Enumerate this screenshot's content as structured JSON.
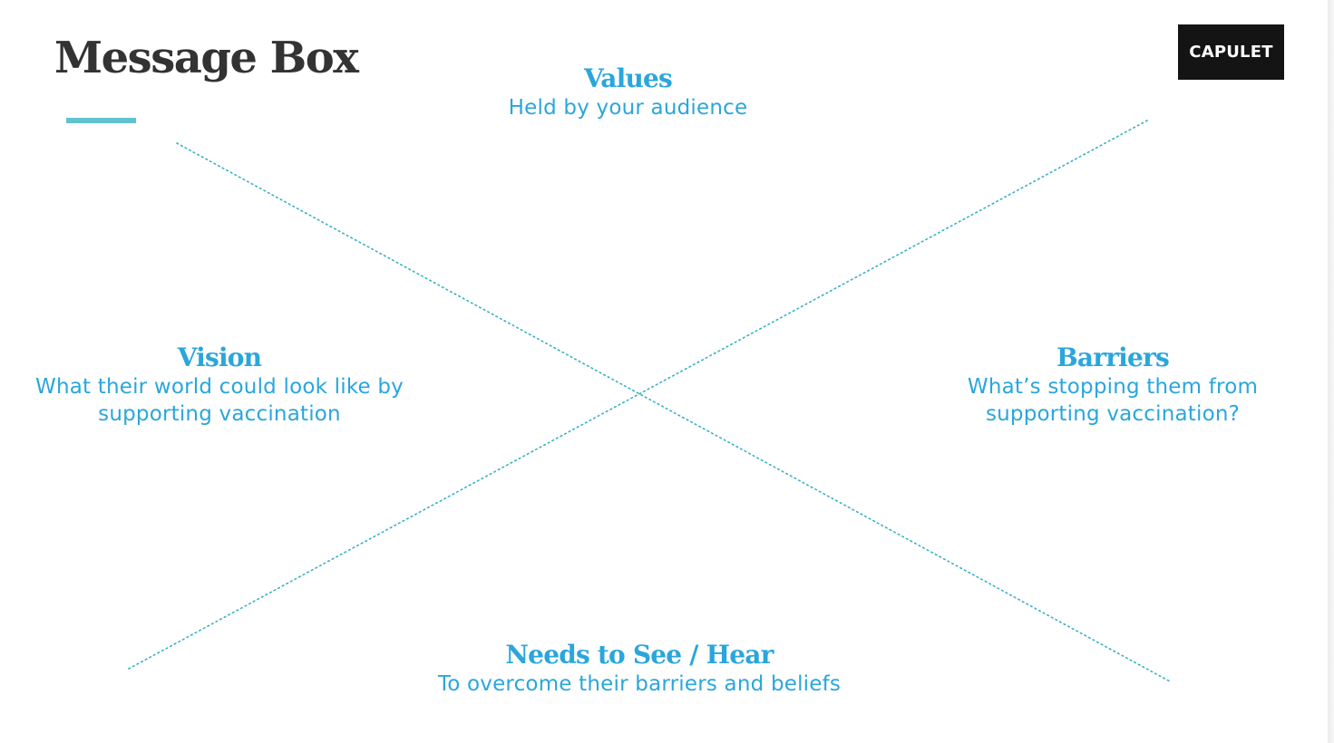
{
  "slide": {
    "title": "Message Box",
    "logo": "CAPULET",
    "accent_color": "#63c2cf",
    "text_color": "#2aa6dc"
  },
  "message_box": {
    "values": {
      "heading": "Values",
      "description": "Held by your audience"
    },
    "vision": {
      "heading": "Vision",
      "description": "What their world could look like by supporting vaccination"
    },
    "barriers": {
      "heading": "Barriers",
      "description": "What’s stopping them from supporting vaccination?"
    },
    "needs": {
      "heading": "Needs to See / Hear",
      "description": "To overcome their barriers and beliefs"
    }
  }
}
